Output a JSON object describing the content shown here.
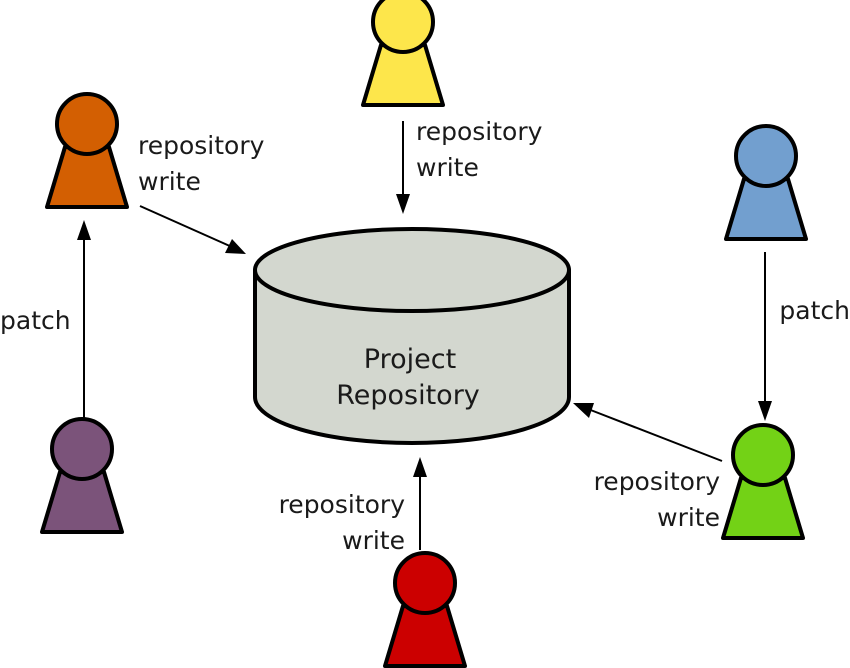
{
  "repository": {
    "line1": "Project",
    "line2": "Repository"
  },
  "labels": {
    "orange_write": [
      "repository",
      "write"
    ],
    "yellow_write": [
      "repository",
      "write"
    ],
    "green_write": [
      "repository",
      "write"
    ],
    "red_write": [
      "repository",
      "write"
    ],
    "left_patch": "patch",
    "right_patch": "patch"
  },
  "contributors": [
    {
      "name": "orange",
      "color": "#d35f02"
    },
    {
      "name": "yellow",
      "color": "#fde64b"
    },
    {
      "name": "blue",
      "color": "#729fcf"
    },
    {
      "name": "purple",
      "color": "#7b537a"
    },
    {
      "name": "red",
      "color": "#cc0000"
    },
    {
      "name": "green",
      "color": "#73d216"
    }
  ],
  "colors": {
    "repository_fill": "#d3d7cf",
    "stroke": "#000000"
  }
}
